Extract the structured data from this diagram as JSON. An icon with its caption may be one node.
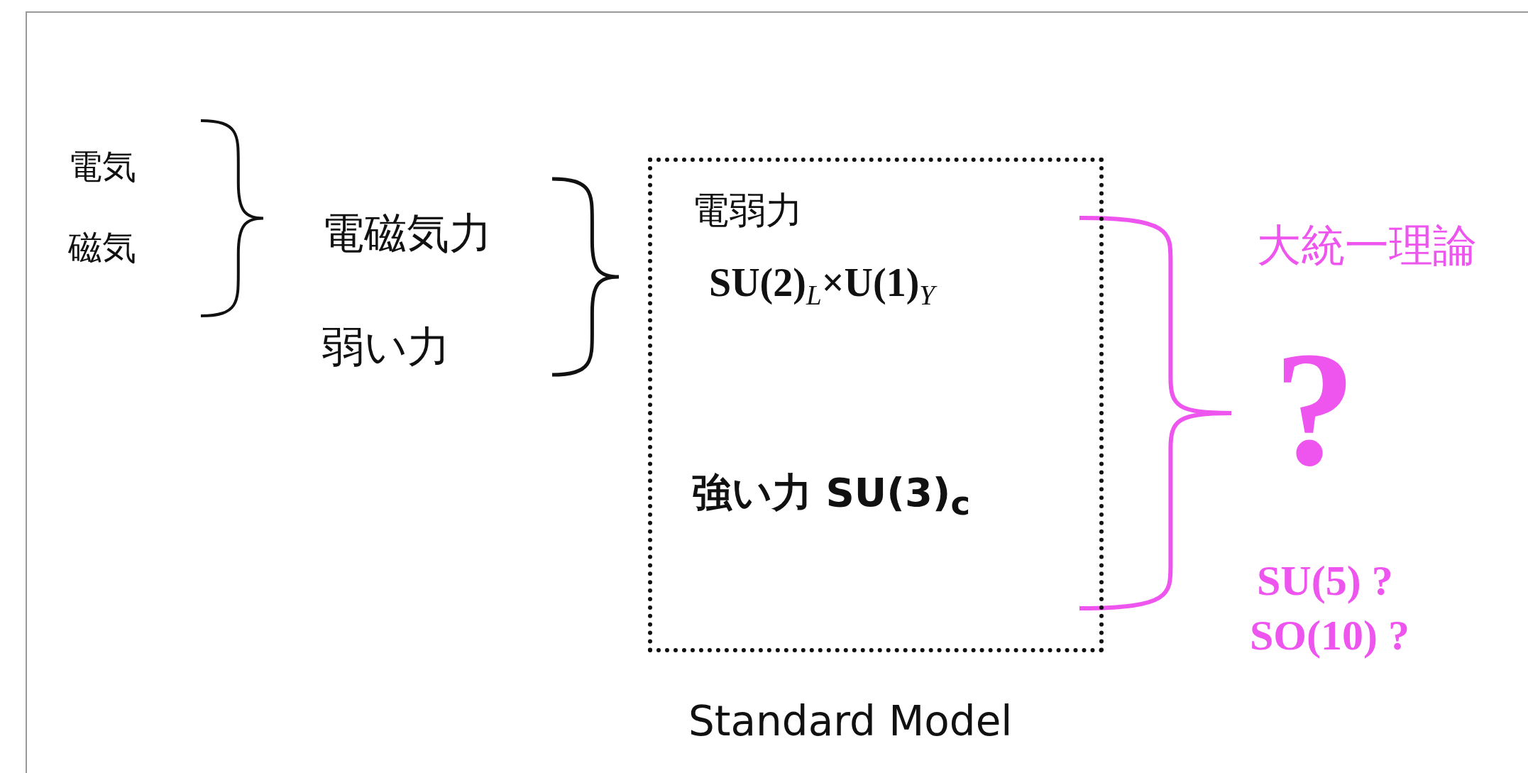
{
  "diagram": {
    "nodes": [
      {
        "text": [
          "電弱力",
          "SU(2)$_{L}$×U(1)$_{Y}$",
          "強い力 SU(3)$_{c}$"
        ],
        "beside": [
          "Standard Model"
        ]
      }
    ],
    "edges": [],
    "labels": [
      "電気",
      "磁気",
      "電磁気力",
      "弱い力",
      "大統一理論",
      "?",
      "SU(5) ?",
      "SO(10) ?"
    ]
  }
}
